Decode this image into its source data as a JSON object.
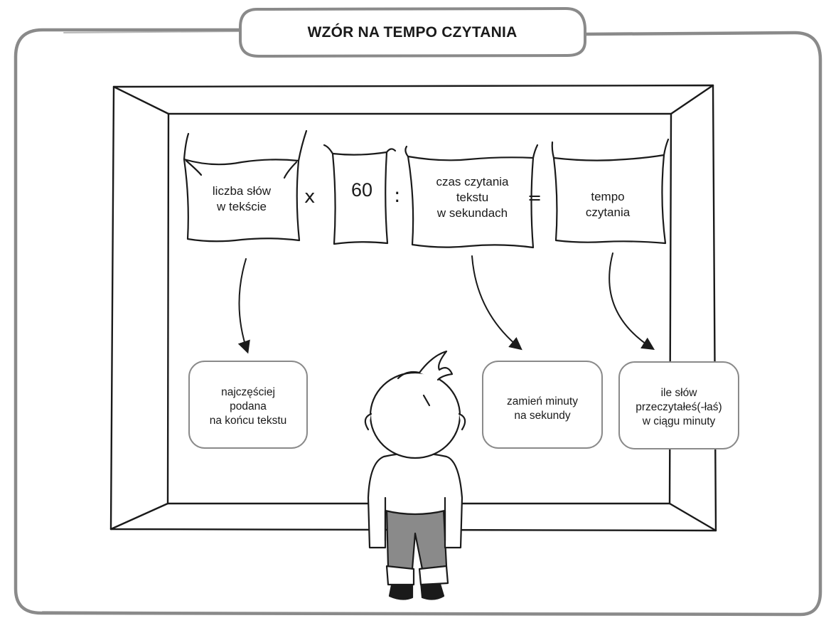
{
  "title": "WZÓR NA TEMPO CZYTANIA",
  "formula": {
    "term1": [
      "liczba słów",
      "w tekście"
    ],
    "op_multiply": "x",
    "constant": "60",
    "op_divide": ":",
    "term3": [
      "czas czytania",
      "tekstu",
      "w sekundach"
    ],
    "op_equals": "=",
    "result": [
      "tempo",
      "czytania"
    ]
  },
  "notes": {
    "note1": [
      "najczęściej",
      "podana",
      "na końcu tekstu"
    ],
    "note2": [
      "zamień minuty",
      "na sekundy"
    ],
    "note3": [
      "ile słów",
      "przeczytałeś(-łaś)",
      "w ciągu minuty"
    ]
  },
  "colors": {
    "ink": "#1a1a1a",
    "frame_stroke": "#8a8a8a",
    "pants": "#8a8a8a",
    "background": "#ffffff"
  },
  "icons": {
    "illustration": "boy-looking-at-board-illustration"
  }
}
